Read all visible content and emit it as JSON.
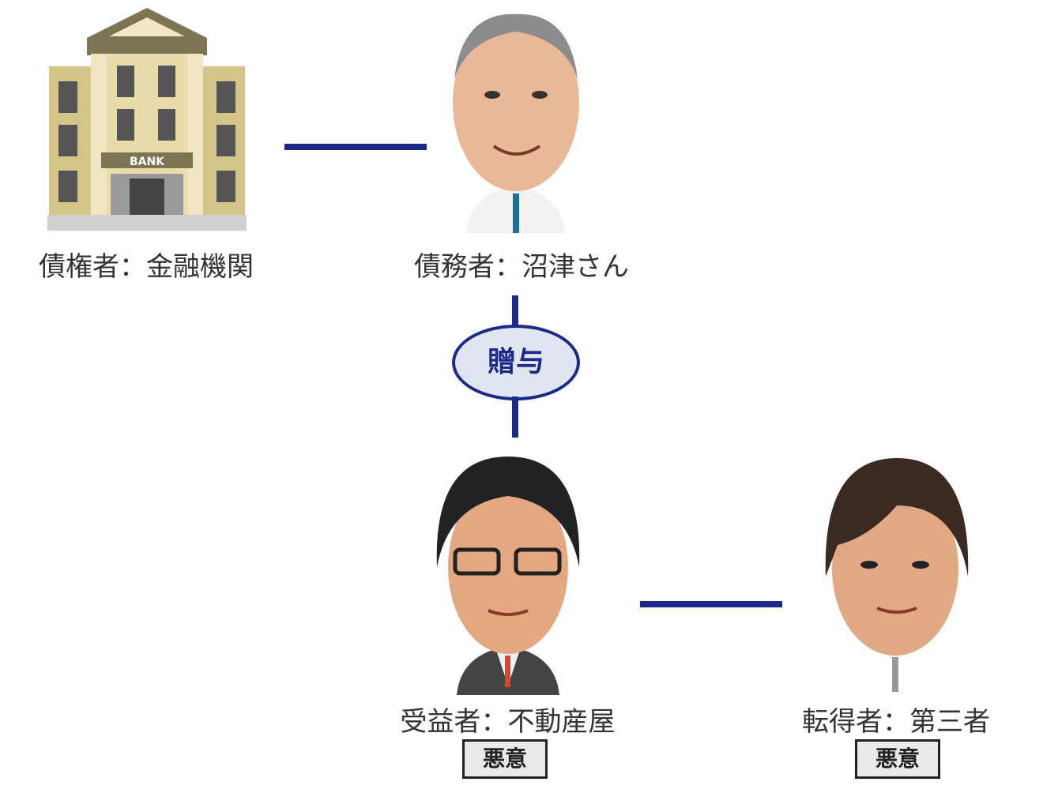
{
  "nodes": {
    "creditor": {
      "label": "債権者：金融機関",
      "sign": "BANK"
    },
    "debtor": {
      "label": "債務者：沼津さん"
    },
    "beneficiary": {
      "label": "受益者：不動産屋",
      "badge": "悪意"
    },
    "transferee": {
      "label": "転得者：第三者",
      "badge": "悪意"
    }
  },
  "relation": {
    "gift": "贈与"
  },
  "colors": {
    "line": "#1b2a8a",
    "ellipse_fill": "#dfe6f1",
    "badge_fill": "#e9e9e9"
  }
}
